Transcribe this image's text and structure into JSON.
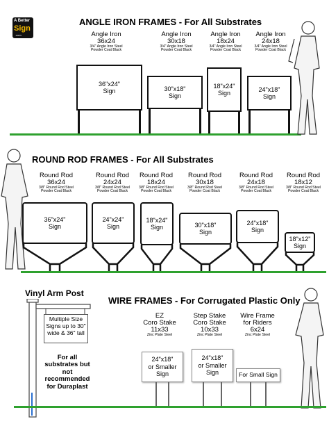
{
  "logo": {
    "line1": "A Better",
    "line2": "Sign",
    "line3": ".com"
  },
  "angle_iron": {
    "title": "ANGLE IRON FRAMES - For All Substrates",
    "frames": [
      {
        "name": "Angle Iron",
        "size": "36x24",
        "material": "3/4\" Angle Iron Steel\nPowder Coat Black",
        "sign": "36\"x24\"\nSign"
      },
      {
        "name": "Angle Iron",
        "size": "30x18",
        "material": "3/4\" Angle Iron Steel\nPowder Coat Black",
        "sign": "30\"x18\"\nSign"
      },
      {
        "name": "Angle Iron",
        "size": "18x24",
        "material": "3/4\" Angle Iron Steel\nPowder Coat Black",
        "sign": "18\"x24\"\nSign"
      },
      {
        "name": "Angle Iron",
        "size": "24x18",
        "material": "3/4\" Angle Iron Steel\nPowder Coat Black",
        "sign": "24\"x18\"\nSign"
      }
    ]
  },
  "round_rod": {
    "title": "ROUND ROD FRAMES - For All Substrates",
    "frames": [
      {
        "name": "Round Rod",
        "size": "36x24",
        "material": "3/8\" Round Rod Steel\nPowder Coat Black",
        "sign": "36\"x24\"\nSign"
      },
      {
        "name": "Round Rod",
        "size": "24x24",
        "material": "3/8\" Round Rod Steel\nPowder Coat Black",
        "sign": "24\"x24\"\nSign"
      },
      {
        "name": "Round Rod",
        "size": "18x24",
        "material": "3/8\" Round Rod Steel\nPowder Coat Black",
        "sign": "18\"x24\"\nSign"
      },
      {
        "name": "Round Rod",
        "size": "30x18",
        "material": "3/8\" Round Rod Steel\nPowder Coat Black",
        "sign": "30\"x18\"\nSign"
      },
      {
        "name": "Round Rod",
        "size": "24x18",
        "material": "3/8\" Round Rod Steel\nPowder Coat Black",
        "sign": "24\"x18\"\nSign"
      },
      {
        "name": "Round Rod",
        "size": "18x12",
        "material": "3/8\" Round Rod Steel\nPowder Coat Black",
        "sign": "18\"x12\"\nSign"
      }
    ]
  },
  "vinyl_arm": {
    "title": "Vinyl Arm Post",
    "sign_text": "Multiple Size Signs up to 30\" wide & 36\" tall",
    "note": "For all substrates but not recommended for Duraplast"
  },
  "wire": {
    "title": "WIRE FRAMES - For Corrugated Plastic Only",
    "frames": [
      {
        "name": "EZ\nCoro Stake",
        "size": "11x33",
        "material": "Zinc Plate Steel",
        "sign": "24\"x18\"\nor Smaller\nSign"
      },
      {
        "name": "Step Stake\nCoro Stake",
        "size": "10x33",
        "material": "Zinc Plate Steel",
        "sign": "24\"x18\"\nor Smaller\nSign"
      },
      {
        "name": "Wire Frame\nfor Riders",
        "size": "6x24",
        "material": "Zinc Plate Steel",
        "sign": "For Small Sign"
      }
    ]
  }
}
